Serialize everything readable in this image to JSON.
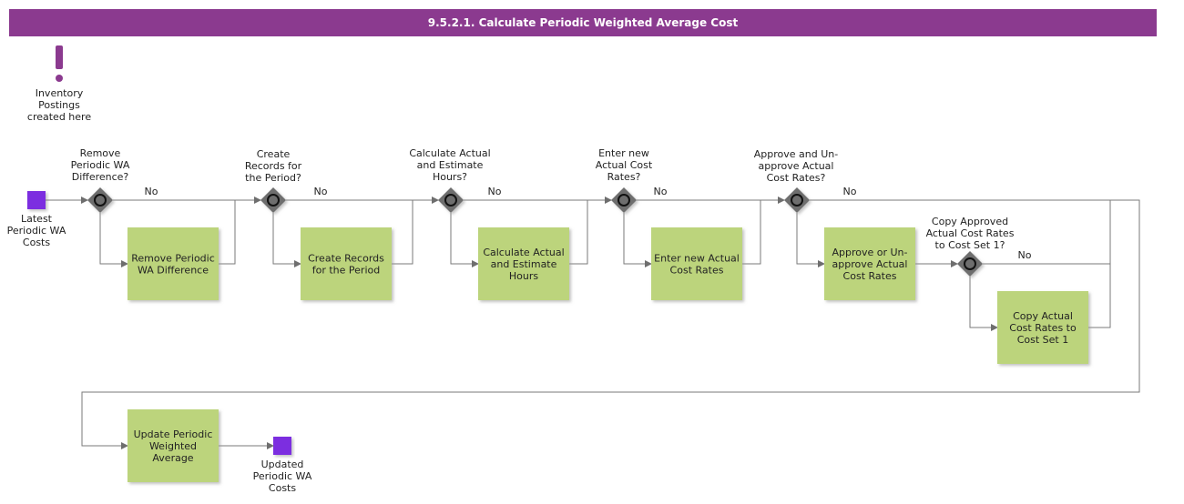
{
  "title": "9.5.2.1. Calculate Periodic Weighted Average Cost",
  "colors": {
    "header": "#8b3a8f",
    "event": "#7b2fe0",
    "task": "#bcd47c",
    "gateway": "#6e6e6e",
    "annotation": "#8b3a8f"
  },
  "annotation": {
    "icon": "exclamation-icon",
    "lines": [
      "Inventory",
      "Postings",
      "created here"
    ]
  },
  "start_event": {
    "lines": [
      "Latest",
      "Periodic WA",
      "Costs"
    ]
  },
  "end_event": {
    "lines": [
      "Updated",
      "Periodic WA",
      "Costs"
    ]
  },
  "gateways": [
    {
      "id": "g1",
      "question": [
        "Remove",
        "Periodic WA",
        "Difference?"
      ],
      "no": "No"
    },
    {
      "id": "g2",
      "question": [
        "Create",
        "Records for",
        "the Period?"
      ],
      "no": "No"
    },
    {
      "id": "g3",
      "question": [
        "Calculate Actual",
        "and Estimate",
        "Hours?"
      ],
      "no": "No"
    },
    {
      "id": "g4",
      "question": [
        "Enter new",
        "Actual Cost",
        "Rates?"
      ],
      "no": "No"
    },
    {
      "id": "g5",
      "question": [
        "Approve and Un-",
        "approve Actual",
        "Cost Rates?"
      ],
      "no": "No"
    },
    {
      "id": "g6",
      "question": [
        "Copy Approved",
        "Actual Cost Rates",
        "to Cost Set 1?"
      ],
      "no": "No"
    }
  ],
  "tasks": [
    {
      "id": "t1",
      "lines": [
        "Remove Periodic",
        "WA Difference"
      ]
    },
    {
      "id": "t2",
      "lines": [
        "Create Records",
        "for the Period"
      ]
    },
    {
      "id": "t3",
      "lines": [
        "Calculate Actual",
        "and Estimate",
        "Hours"
      ]
    },
    {
      "id": "t4",
      "lines": [
        "Enter new Actual",
        "Cost Rates"
      ]
    },
    {
      "id": "t5",
      "lines": [
        "Approve or Un-",
        "approve Actual",
        "Cost Rates"
      ]
    },
    {
      "id": "t6",
      "lines": [
        "Copy Actual",
        "Cost Rates to",
        "Cost Set 1"
      ]
    },
    {
      "id": "t7",
      "lines": [
        "Update Periodic",
        "Weighted",
        "Average"
      ]
    }
  ]
}
